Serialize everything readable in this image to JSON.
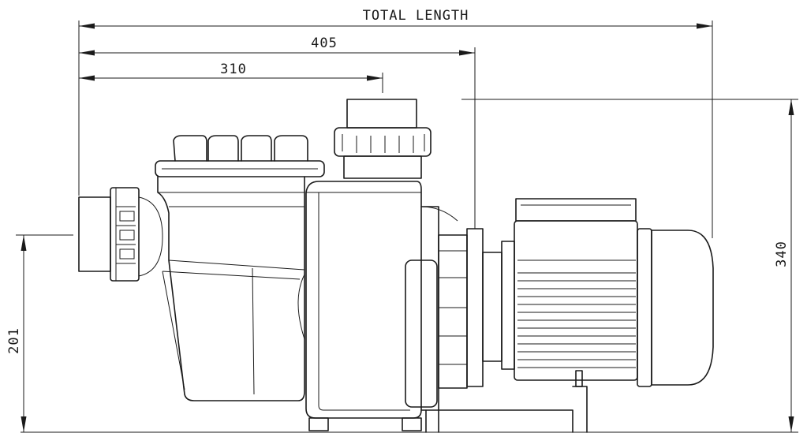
{
  "dimensions": {
    "total_length_label": "TOTAL LENGTH",
    "length_405": "405",
    "length_310": "310",
    "height_340": "340",
    "height_201": "201"
  },
  "colors": {
    "line": "#1a1a1a",
    "background": "#ffffff"
  }
}
